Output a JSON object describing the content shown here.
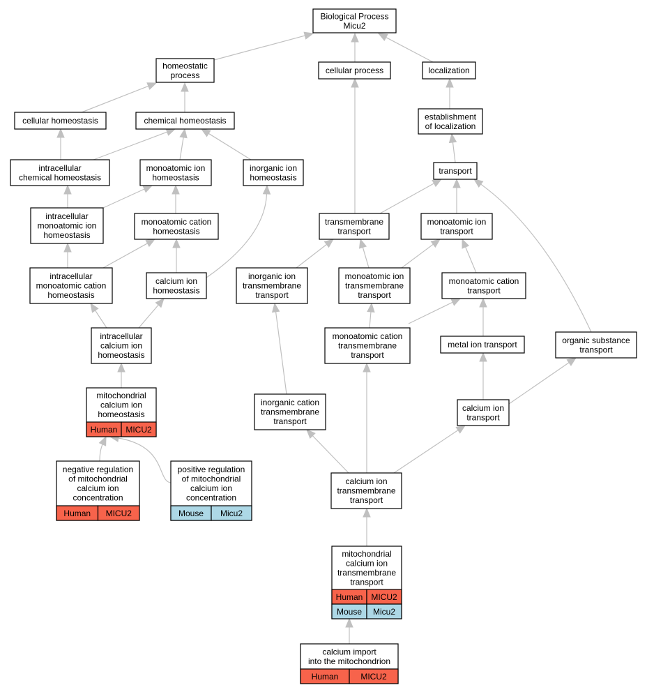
{
  "colors": {
    "human": "#f7634b",
    "mouse": "#add8e6",
    "edge": "#c0c0c0"
  },
  "nodes": [
    {
      "id": "bp",
      "lines": [
        "Biological Process",
        "Micu2"
      ],
      "annotations": []
    },
    {
      "id": "homeostatic",
      "lines": [
        "homeostatic",
        "process"
      ],
      "annotations": []
    },
    {
      "id": "cellular_process",
      "lines": [
        "cellular process"
      ],
      "annotations": []
    },
    {
      "id": "localization",
      "lines": [
        "localization"
      ],
      "annotations": []
    },
    {
      "id": "cellular_homeostasis",
      "lines": [
        "cellular homeostasis"
      ],
      "annotations": []
    },
    {
      "id": "chemical_homeostasis",
      "lines": [
        "chemical homeostasis"
      ],
      "annotations": []
    },
    {
      "id": "establishment",
      "lines": [
        "establishment",
        "of localization"
      ],
      "annotations": []
    },
    {
      "id": "ic_chem",
      "lines": [
        "intracellular",
        "chemical homeostasis"
      ],
      "annotations": []
    },
    {
      "id": "mono_ion_h",
      "lines": [
        "monoatomic ion",
        "homeostasis"
      ],
      "annotations": []
    },
    {
      "id": "inorg_ion_h",
      "lines": [
        "inorganic ion",
        "homeostasis"
      ],
      "annotations": []
    },
    {
      "id": "transport",
      "lines": [
        "transport"
      ],
      "annotations": []
    },
    {
      "id": "ic_mono_ion",
      "lines": [
        "intracellular",
        "monoatomic ion",
        "homeostasis"
      ],
      "annotations": []
    },
    {
      "id": "mono_cat_h",
      "lines": [
        "monoatomic cation",
        "homeostasis"
      ],
      "annotations": []
    },
    {
      "id": "tm_transport",
      "lines": [
        "transmembrane",
        "transport"
      ],
      "annotations": []
    },
    {
      "id": "mono_ion_t",
      "lines": [
        "monoatomic ion",
        "transport"
      ],
      "annotations": []
    },
    {
      "id": "ic_mono_cat",
      "lines": [
        "intracellular",
        "monoatomic cation",
        "homeostasis"
      ],
      "annotations": []
    },
    {
      "id": "ca_ion_h",
      "lines": [
        "calcium ion",
        "homeostasis"
      ],
      "annotations": []
    },
    {
      "id": "inorg_ion_tm",
      "lines": [
        "inorganic ion",
        "transmembrane",
        "transport"
      ],
      "annotations": []
    },
    {
      "id": "mono_ion_tm",
      "lines": [
        "monoatomic ion",
        "transmembrane",
        "transport"
      ],
      "annotations": []
    },
    {
      "id": "mono_cat_t",
      "lines": [
        "monoatomic cation",
        "transport"
      ],
      "annotations": []
    },
    {
      "id": "ic_ca_h",
      "lines": [
        "intracellular",
        "calcium ion",
        "homeostasis"
      ],
      "annotations": []
    },
    {
      "id": "mono_cat_tm",
      "lines": [
        "monoatomic cation",
        "transmembrane",
        "transport"
      ],
      "annotations": []
    },
    {
      "id": "metal_ion_t",
      "lines": [
        "metal ion transport"
      ],
      "annotations": []
    },
    {
      "id": "organic_t",
      "lines": [
        "organic substance",
        "transport"
      ],
      "annotations": []
    },
    {
      "id": "mito_ca_h",
      "lines": [
        "mitochondrial",
        "calcium ion",
        "homeostasis"
      ],
      "annotations": [
        [
          "Human",
          "MICU2"
        ]
      ]
    },
    {
      "id": "inorg_cat_tm",
      "lines": [
        "inorganic cation",
        "transmembrane",
        "transport"
      ],
      "annotations": []
    },
    {
      "id": "ca_ion_t",
      "lines": [
        "calcium ion",
        "transport"
      ],
      "annotations": []
    },
    {
      "id": "neg_reg",
      "lines": [
        "negative regulation",
        "of mitochondrial",
        "calcium ion",
        "concentration"
      ],
      "annotations": [
        [
          "Human",
          "MICU2"
        ]
      ]
    },
    {
      "id": "pos_reg",
      "lines": [
        "positive regulation",
        "of mitochondrial",
        "calcium ion",
        "concentration"
      ],
      "annotations": [
        [
          "Mouse",
          "Micu2"
        ]
      ]
    },
    {
      "id": "ca_ion_tm",
      "lines": [
        "calcium ion",
        "transmembrane",
        "transport"
      ],
      "annotations": []
    },
    {
      "id": "mito_ca_tm",
      "lines": [
        "mitochondrial",
        "calcium ion",
        "transmembrane",
        "transport"
      ],
      "annotations": [
        [
          "Human",
          "MICU2"
        ],
        [
          "Mouse",
          "Micu2"
        ]
      ]
    },
    {
      "id": "ca_import",
      "lines": [
        "calcium import",
        "into the mitochondrion"
      ],
      "annotations": [
        [
          "Human",
          "MICU2"
        ]
      ]
    }
  ],
  "edges": [
    [
      "homeostatic",
      "bp"
    ],
    [
      "cellular_process",
      "bp"
    ],
    [
      "localization",
      "bp"
    ],
    [
      "cellular_homeostasis",
      "homeostatic"
    ],
    [
      "chemical_homeostasis",
      "homeostatic"
    ],
    [
      "establishment",
      "localization"
    ],
    [
      "ic_chem",
      "cellular_homeostasis"
    ],
    [
      "ic_chem",
      "chemical_homeostasis"
    ],
    [
      "mono_ion_h",
      "chemical_homeostasis"
    ],
    [
      "inorg_ion_h",
      "chemical_homeostasis"
    ],
    [
      "transport",
      "establishment"
    ],
    [
      "ic_mono_ion",
      "ic_chem"
    ],
    [
      "ic_mono_ion",
      "mono_ion_h"
    ],
    [
      "mono_cat_h",
      "mono_ion_h"
    ],
    [
      "tm_transport",
      "cellular_process"
    ],
    [
      "tm_transport",
      "transport"
    ],
    [
      "mono_ion_t",
      "transport"
    ],
    [
      "organic_t",
      "transport"
    ],
    [
      "ic_mono_cat",
      "ic_mono_ion"
    ],
    [
      "ic_mono_cat",
      "mono_cat_h"
    ],
    [
      "ca_ion_h",
      "mono_cat_h"
    ],
    [
      "ca_ion_h",
      "inorg_ion_h"
    ],
    [
      "inorg_ion_tm",
      "tm_transport"
    ],
    [
      "mono_ion_tm",
      "tm_transport"
    ],
    [
      "mono_ion_tm",
      "mono_ion_t"
    ],
    [
      "mono_cat_t",
      "mono_ion_t"
    ],
    [
      "ic_ca_h",
      "ic_mono_cat"
    ],
    [
      "ic_ca_h",
      "ca_ion_h"
    ],
    [
      "mono_cat_tm",
      "mono_ion_tm"
    ],
    [
      "mono_cat_tm",
      "mono_cat_t"
    ],
    [
      "metal_ion_t",
      "mono_cat_t"
    ],
    [
      "mito_ca_h",
      "ic_ca_h"
    ],
    [
      "inorg_cat_tm",
      "inorg_ion_tm"
    ],
    [
      "ca_ion_t",
      "metal_ion_t"
    ],
    [
      "ca_ion_t",
      "organic_t"
    ],
    [
      "neg_reg",
      "mito_ca_h"
    ],
    [
      "pos_reg",
      "mito_ca_h"
    ],
    [
      "ca_ion_tm",
      "inorg_cat_tm"
    ],
    [
      "ca_ion_tm",
      "mono_cat_tm"
    ],
    [
      "ca_ion_tm",
      "ca_ion_t"
    ],
    [
      "mito_ca_tm",
      "ca_ion_tm"
    ],
    [
      "ca_import",
      "mito_ca_tm"
    ]
  ]
}
